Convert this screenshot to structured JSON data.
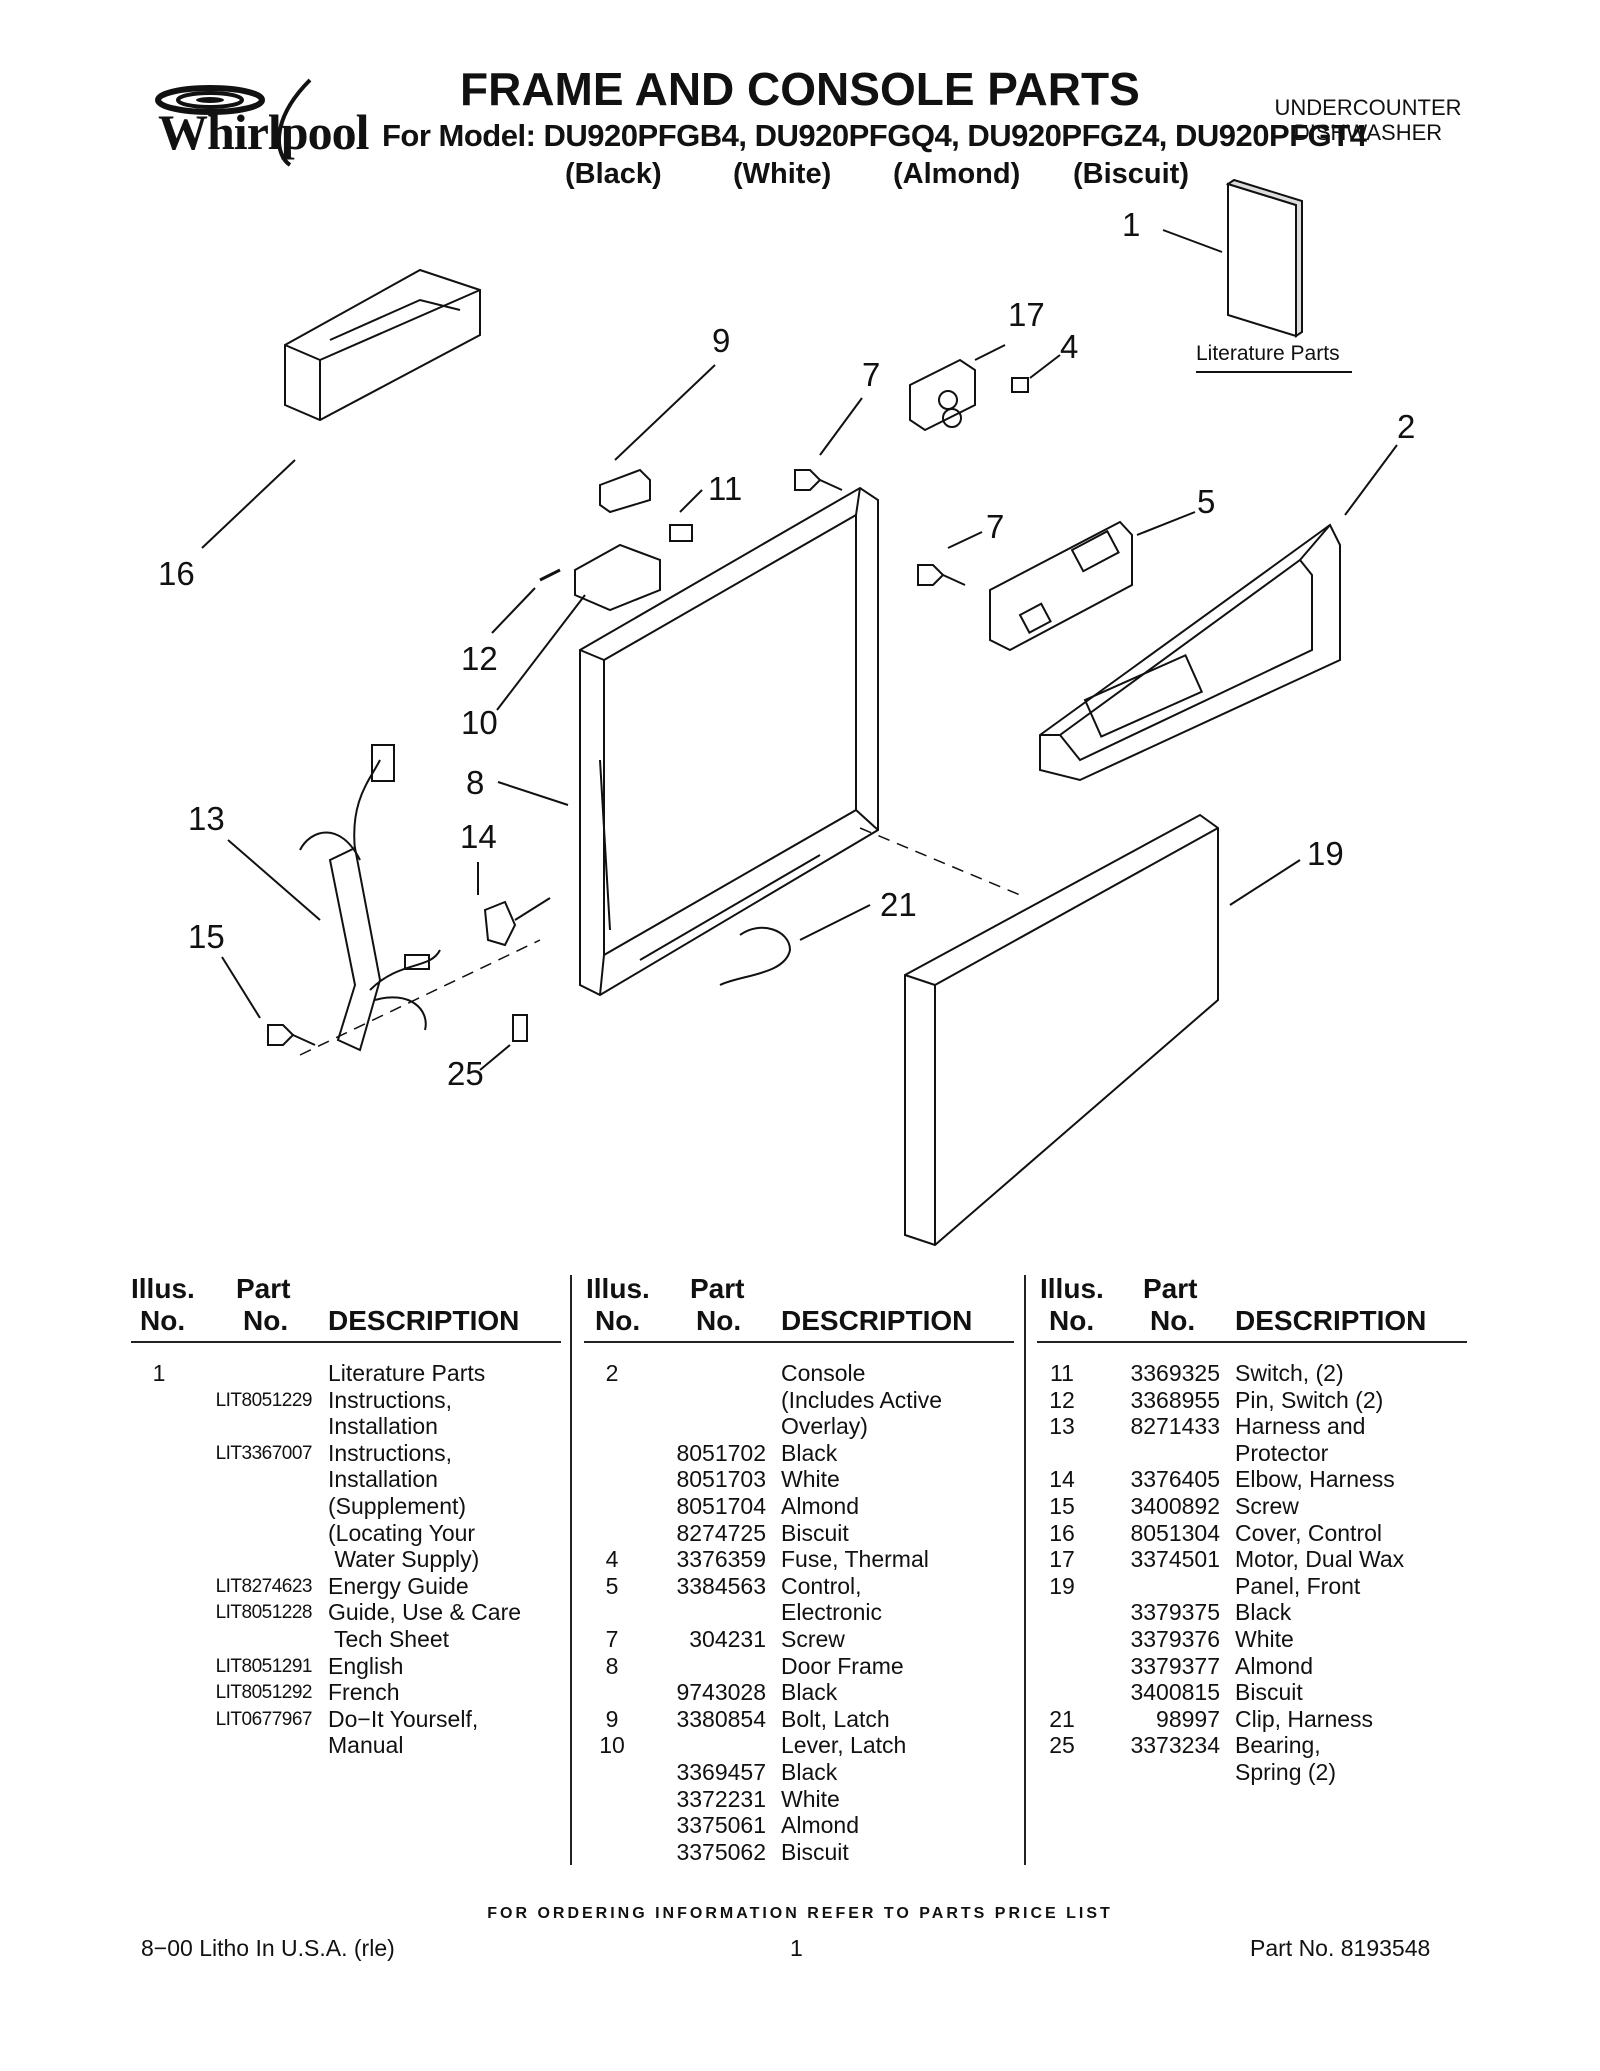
{
  "brand": {
    "name": "Whirlpool"
  },
  "header": {
    "title": "FRAME AND CONSOLE PARTS",
    "models": "For Model: DU920PFGB4, DU920PFGQ4, DU920PFGZ4, DU920PFGT4",
    "colors": [
      "(Black)",
      "(White)",
      "(Almond)",
      "(Biscuit)"
    ],
    "category_line1": "UNDERCOUNTER",
    "category_line2": "DISHWASHER"
  },
  "diagram": {
    "literature_label": "Literature Parts",
    "callouts": [
      "1",
      "2",
      "4",
      "5",
      "7",
      "7",
      "8",
      "9",
      "10",
      "11",
      "12",
      "13",
      "14",
      "15",
      "16",
      "17",
      "19",
      "21",
      "25"
    ]
  },
  "table": {
    "headers": {
      "illus1": "Illus.",
      "illus2": "No.",
      "part1": "Part",
      "part2": "No.",
      "desc": "DESCRIPTION"
    },
    "col1": [
      {
        "illus": "1",
        "part": "",
        "desc": "Literature Parts"
      },
      {
        "illus": "",
        "part": "LIT8051229",
        "desc": "Instructions,"
      },
      {
        "illus": "",
        "part": "",
        "desc": "Installation"
      },
      {
        "illus": "",
        "part": "LIT3367007",
        "desc": "Instructions,"
      },
      {
        "illus": "",
        "part": "",
        "desc": "Installation"
      },
      {
        "illus": "",
        "part": "",
        "desc": "(Supplement)"
      },
      {
        "illus": "",
        "part": "",
        "desc": "(Locating Your"
      },
      {
        "illus": "",
        "part": "",
        "desc": " Water Supply)"
      },
      {
        "illus": "",
        "part": "LIT8274623",
        "desc": "Energy Guide"
      },
      {
        "illus": "",
        "part": "LIT8051228",
        "desc": "Guide, Use & Care"
      },
      {
        "illus": "",
        "part": "",
        "desc": " Tech Sheet"
      },
      {
        "illus": "",
        "part": "LIT8051291",
        "desc": "English"
      },
      {
        "illus": "",
        "part": "LIT8051292",
        "desc": "French"
      },
      {
        "illus": "",
        "part": "LIT0677967",
        "desc": "Do−It Yourself,"
      },
      {
        "illus": "",
        "part": "",
        "desc": "Manual"
      }
    ],
    "col2": [
      {
        "illus": "2",
        "part": "",
        "desc": "Console"
      },
      {
        "illus": "",
        "part": "",
        "desc": "(Includes Active"
      },
      {
        "illus": "",
        "part": "",
        "desc": "Overlay)"
      },
      {
        "illus": "",
        "part": "8051702",
        "desc": "Black"
      },
      {
        "illus": "",
        "part": "8051703",
        "desc": "White"
      },
      {
        "illus": "",
        "part": "8051704",
        "desc": "Almond"
      },
      {
        "illus": "",
        "part": "8274725",
        "desc": "Biscuit"
      },
      {
        "illus": "4",
        "part": "3376359",
        "desc": "Fuse, Thermal"
      },
      {
        "illus": "5",
        "part": "3384563",
        "desc": "Control,"
      },
      {
        "illus": "",
        "part": "",
        "desc": "Electronic"
      },
      {
        "illus": "7",
        "part": "304231",
        "desc": "Screw"
      },
      {
        "illus": "8",
        "part": "",
        "desc": "Door Frame"
      },
      {
        "illus": "",
        "part": "9743028",
        "desc": "Black"
      },
      {
        "illus": "9",
        "part": "3380854",
        "desc": "Bolt, Latch"
      },
      {
        "illus": "10",
        "part": "",
        "desc": "Lever, Latch"
      },
      {
        "illus": "",
        "part": "3369457",
        "desc": "Black"
      },
      {
        "illus": "",
        "part": "3372231",
        "desc": "White"
      },
      {
        "illus": "",
        "part": "3375061",
        "desc": "Almond"
      },
      {
        "illus": "",
        "part": "3375062",
        "desc": "Biscuit"
      }
    ],
    "col3": [
      {
        "illus": "11",
        "part": "3369325",
        "desc": "Switch, (2)"
      },
      {
        "illus": "12",
        "part": "3368955",
        "desc": "Pin, Switch (2)"
      },
      {
        "illus": "13",
        "part": "8271433",
        "desc": "Harness and"
      },
      {
        "illus": "",
        "part": "",
        "desc": "Protector"
      },
      {
        "illus": "14",
        "part": "3376405",
        "desc": "Elbow, Harness"
      },
      {
        "illus": "15",
        "part": "3400892",
        "desc": "Screw"
      },
      {
        "illus": "16",
        "part": "8051304",
        "desc": "Cover, Control"
      },
      {
        "illus": "17",
        "part": "3374501",
        "desc": "Motor, Dual Wax"
      },
      {
        "illus": "19",
        "part": "",
        "desc": "Panel, Front"
      },
      {
        "illus": "",
        "part": "3379375",
        "desc": "Black"
      },
      {
        "illus": "",
        "part": "3379376",
        "desc": "White"
      },
      {
        "illus": "",
        "part": "3379377",
        "desc": "Almond"
      },
      {
        "illus": "",
        "part": "3400815",
        "desc": "Biscuit"
      },
      {
        "illus": "21",
        "part": "98997",
        "desc": "Clip, Harness"
      },
      {
        "illus": "25",
        "part": "3373234",
        "desc": "Bearing,"
      },
      {
        "illus": "",
        "part": "",
        "desc": "Spring (2)"
      }
    ]
  },
  "footer": {
    "note": "FOR ORDERING INFORMATION REFER TO PARTS PRICE LIST",
    "left": "8−00 Litho In U.S.A. (rle)",
    "page": "1",
    "part_no": "Part No. 8193548"
  }
}
